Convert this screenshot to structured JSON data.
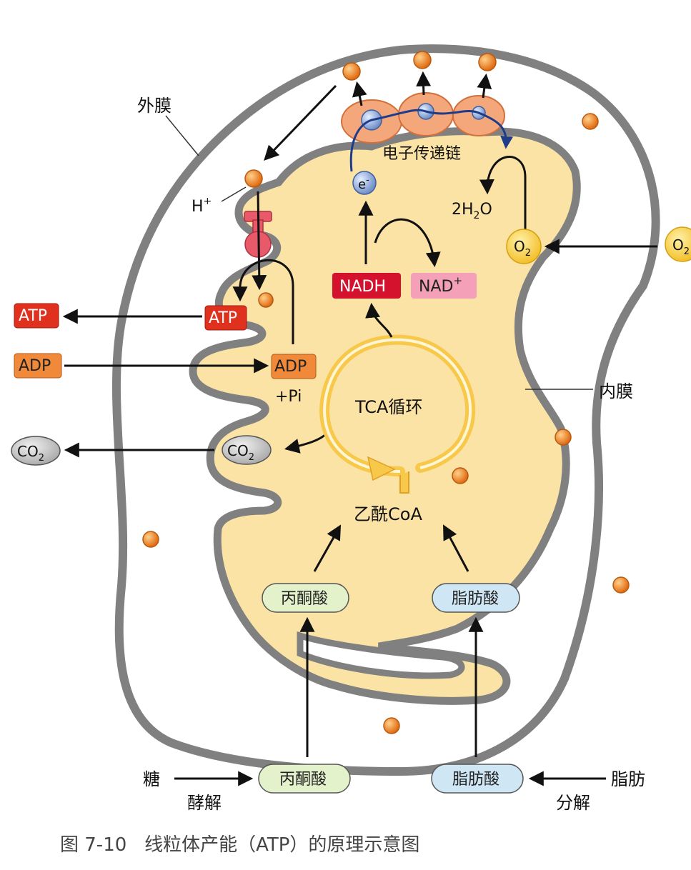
{
  "labels": {
    "outer_membrane": "外膜",
    "inner_membrane": "内膜",
    "etc": "电子传递链",
    "electron": "e",
    "electron_sup": "-",
    "proton": "H",
    "proton_sup": "+",
    "water_pre": "2H",
    "water_sub": "2",
    "water_post": "O",
    "oxygen": "O",
    "oxygen_sub": "2",
    "nadh": "NADH",
    "nad": "NAD",
    "nad_sup": "+",
    "atp": "ATP",
    "adp": "ADP",
    "pi": "+Pi",
    "co2": "CO",
    "co2_sub": "2",
    "tca": "TCA循环",
    "acetyl_coa": "乙酰CoA",
    "pyruvate": "丙酮酸",
    "fatty_acid": "脂肪酸",
    "sugar": "糖",
    "glycolysis": "酵解",
    "fat": "脂肪",
    "breakdown": "分解"
  },
  "caption": "图 7-10   线粒体产能（ATP）的原理示意图",
  "colors": {
    "matrix": "#fbe3a6",
    "membrane": "#808080",
    "proton": "#f07c1e",
    "atp_box": "#e0301e",
    "adp_box": "#f08a3a",
    "nadh_box": "#d4122e",
    "nad_box": "#f4a0b8",
    "tca_ring": "#f7c84a",
    "pyruvate_pill": "#e4f2cc",
    "fatty_pill": "#cfe6f4",
    "co2_oval": "#c4c4c4",
    "o2_circle": "#f8d04a",
    "etc_protein": "#f4a77a"
  }
}
